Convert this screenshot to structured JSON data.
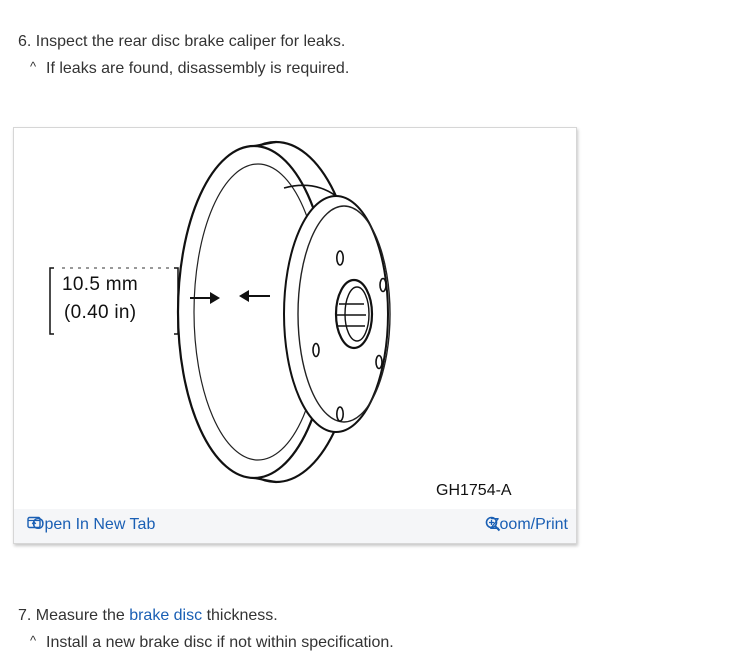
{
  "steps": [
    {
      "number": "6.",
      "text": "Inspect the rear disc brake caliper for leaks.",
      "note": "If leaks are found, disassembly is required."
    },
    {
      "number": "7.",
      "text_before": "Measure the",
      "link": "brake disc",
      "text_after": "thickness.",
      "note": "Install a new brake disc if not within specification."
    }
  ],
  "figure": {
    "measurement_mm": "10.5 mm",
    "measurement_in": "(0.40 in)",
    "code": "GH1754-A",
    "open_tab_label": "Open In New Tab",
    "zoom_label": "Zoom/Print"
  },
  "icons": {
    "open_tab": "open-in-new-tab-icon",
    "zoom": "zoom-magnifier-icon"
  },
  "colors": {
    "link": "#1a5fb4",
    "text": "#333333",
    "footer_bg": "#f5f6f8"
  }
}
